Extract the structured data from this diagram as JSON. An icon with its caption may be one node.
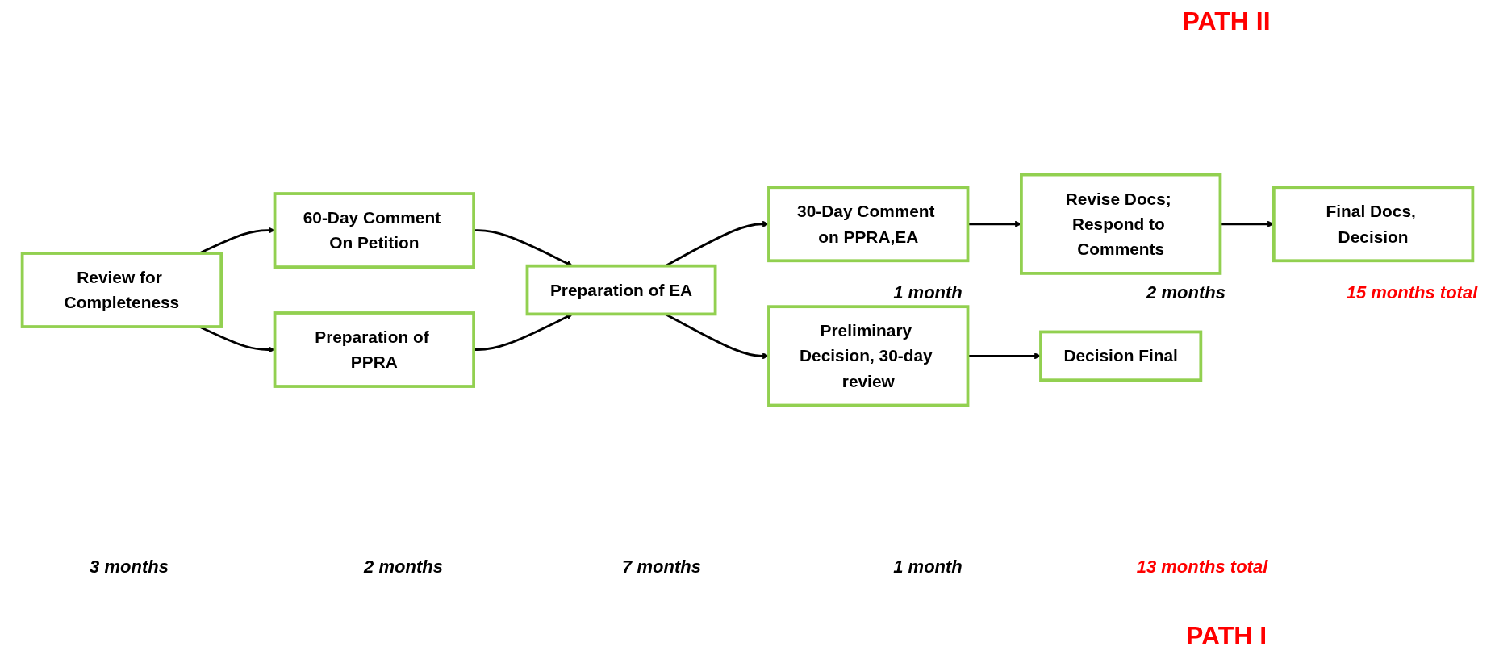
{
  "diagram": {
    "nodes": [
      {
        "text": [
          "Review for Completeness"
        ]
      },
      {
        "text": [
          "60-Day Comment On Petition"
        ]
      },
      {
        "text": [
          "Preparation of PPRA"
        ]
      },
      {
        "text": [
          "Preparation of EA"
        ]
      },
      {
        "text": [
          "30-Day Comment on PPRA,EA"
        ]
      },
      {
        "text": [
          "Revise Docs; Respond to Comments"
        ]
      },
      {
        "text": [
          "Final Docs, Decision"
        ]
      },
      {
        "text": [
          "Preliminary Decision, 30-day review"
        ]
      },
      {
        "text": [
          "Decision Final"
        ]
      }
    ],
    "edges": [
      {
        "from": 0,
        "to": 1,
        "arrow": "to"
      },
      {
        "from": 0,
        "to": 2,
        "arrow": "to"
      },
      {
        "from": 1,
        "to": 3,
        "arrow": "to"
      },
      {
        "from": 2,
        "to": 3,
        "arrow": "to"
      },
      {
        "from": 3,
        "to": 4,
        "arrow": "to"
      },
      {
        "from": 3,
        "to": 7,
        "arrow": "to"
      },
      {
        "from": 4,
        "to": 5,
        "arrow": "to"
      },
      {
        "from": 5,
        "to": 6,
        "arrow": "to"
      },
      {
        "from": 7,
        "to": 8,
        "arrow": "to"
      }
    ],
    "labels": [
      "PATH II",
      "1 month",
      "2 months",
      "15 months total",
      "3 months",
      "2 months",
      "7 months",
      "1 month",
      "13 months total",
      "PATH I"
    ]
  }
}
